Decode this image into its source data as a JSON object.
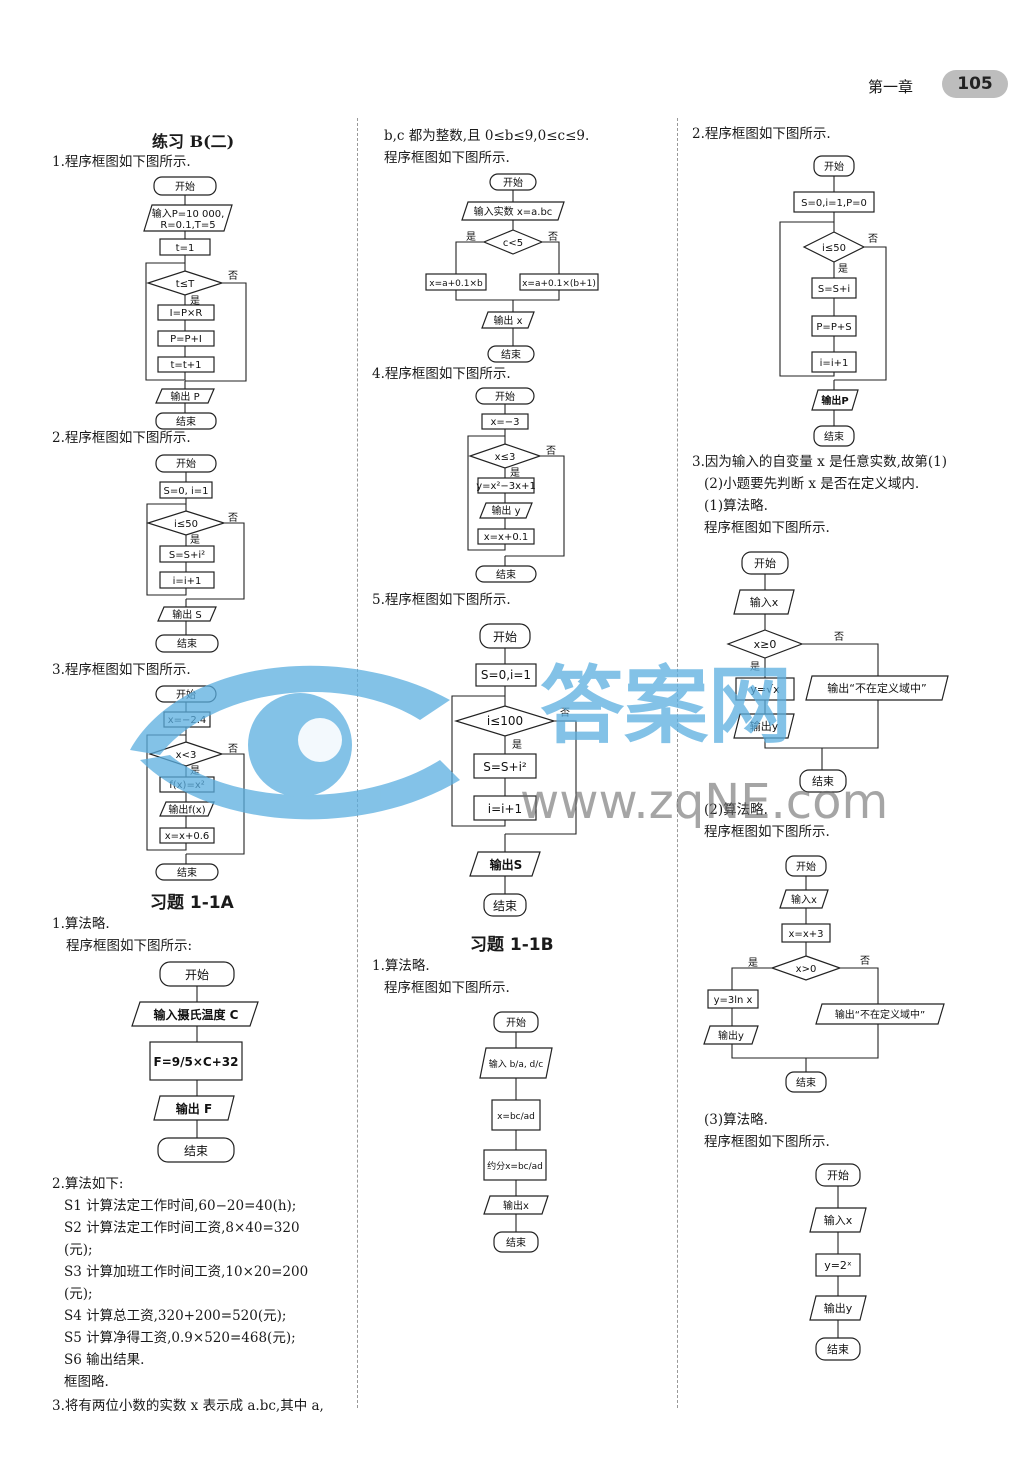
{
  "header": {
    "chapter": "第一章",
    "page_number": "105"
  },
  "col1": {
    "ex_b2_title": "练习 B(二)",
    "q1": "1.程序框图如下图所示.",
    "q2": "2.程序框图如下图所示.",
    "q3": "3.程序框图如下图所示.",
    "ex_1a_title": "习题 1-1A",
    "a1": "1.算法略.",
    "a1b": "程序框图如下图所示:",
    "a2": "2.算法如下:",
    "s1": "S1  计算法定工作时间,60−20=40(h);",
    "s2a": "S2  计算法定工作时间工资,8×40=320",
    "s2b": "(元);",
    "s3a": "S3  计算加班工作时间工资,10×20=200",
    "s3b": "(元);",
    "s4": "S4  计算总工资,320+200=520(元);",
    "s5": "S5  计算净得工资,0.9×520=468(元);",
    "s6": "S6  输出结果.",
    "frame": "框图略.",
    "a3": "3.将有两位小数的实数 x 表示成 a.bc,其中 a,"
  },
  "col2": {
    "cont": "b,c 都为整数,且 0≤b≤9,0≤c≤9.",
    "cont2": "程序框图如下图所示.",
    "q4": "4.程序框图如下图所示.",
    "q5": "5.程序框图如下图所示.",
    "ex_1b_title": "习题 1-1B",
    "b1": "1.算法略.",
    "b1b": "程序框图如下图所示."
  },
  "col3": {
    "q2": "2.程序框图如下图所示.",
    "q3a": "3.因为输入的自变量 x 是任意实数,故第(1)",
    "q3b": "(2)小题要先判断 x 是否在定义域内.",
    "p1": "(1)算法略.",
    "p1b": "程序框图如下图所示.",
    "p2": "(2)算法略.",
    "p2b": "程序框图如下图所示.",
    "p3": "(3)算法略.",
    "p3b": "程序框图如下图所示."
  },
  "flow": {
    "start": "开始",
    "end": "结束",
    "yes": "是",
    "no": "否",
    "f1": {
      "input": "输入P=10 000,",
      "input2": "R=0.1,T=5",
      "init": "t=1",
      "cond": "t≤T",
      "s1": "I=P×R",
      "s2": "P=P+I",
      "s3": "t=t+1",
      "out": "输出 P"
    },
    "f2": {
      "init": "S=0, i=1",
      "cond": "i≤50",
      "s1": "S=S+i²",
      "s2": "i=i+1",
      "out": "输出 S"
    },
    "f3": {
      "init": "x=−2.4",
      "cond": "x<3",
      "s1": "f(x)=x²",
      "out": "输出f(x)",
      "s2": "x=x+0.6"
    },
    "f4": {
      "input": "输入摄氏温度 C",
      "calc": "F=9/5×C+32",
      "out": "输出 F"
    },
    "f5": {
      "input": "输入实数 x=a.bc",
      "cond": "c<5",
      "left": "x=a+0.1×b",
      "right": "x=a+0.1×(b+1)",
      "out": "输出 x"
    },
    "f6": {
      "init": "x=−3",
      "cond": "x≤3",
      "s1": "y=x²−3x+1",
      "out": "输出 y",
      "s2": "x=x+0.1"
    },
    "f7": {
      "init": "S=0,i=1",
      "cond": "i≤100",
      "s1": "S=S+i²",
      "s2": "i=i+1",
      "out": "输出S"
    },
    "f8": {
      "input": "输入 b/a, d/c",
      "s1": "x=bc/ad",
      "s2": "约分x=bc/ad",
      "out": "输出x"
    },
    "f9": {
      "init": "S=0,i=1,P=0",
      "cond": "i≤50",
      "s1": "S=S+i",
      "s2": "P=P+S",
      "s3": "i=i+1",
      "out": "输出P"
    },
    "f10": {
      "input": "输入x",
      "cond": "x≥0",
      "s1": "y=√x",
      "no_out": "输出“不在定义域中”",
      "out": "输出y"
    },
    "f11": {
      "input": "输入x",
      "s0": "x=x+3",
      "cond": "x>0",
      "s1": "y=3ln x",
      "no_out": "输出“不在定义域中”",
      "out": "输出y"
    },
    "f12": {
      "input": "输入x",
      "s1": "y=2ˣ",
      "out": "输出y"
    }
  },
  "watermark": {
    "brand": "答案网",
    "url": "www.zqNE.com"
  },
  "colors": {
    "watermark": "#5aaee0",
    "badge": "#bdbdbd"
  }
}
